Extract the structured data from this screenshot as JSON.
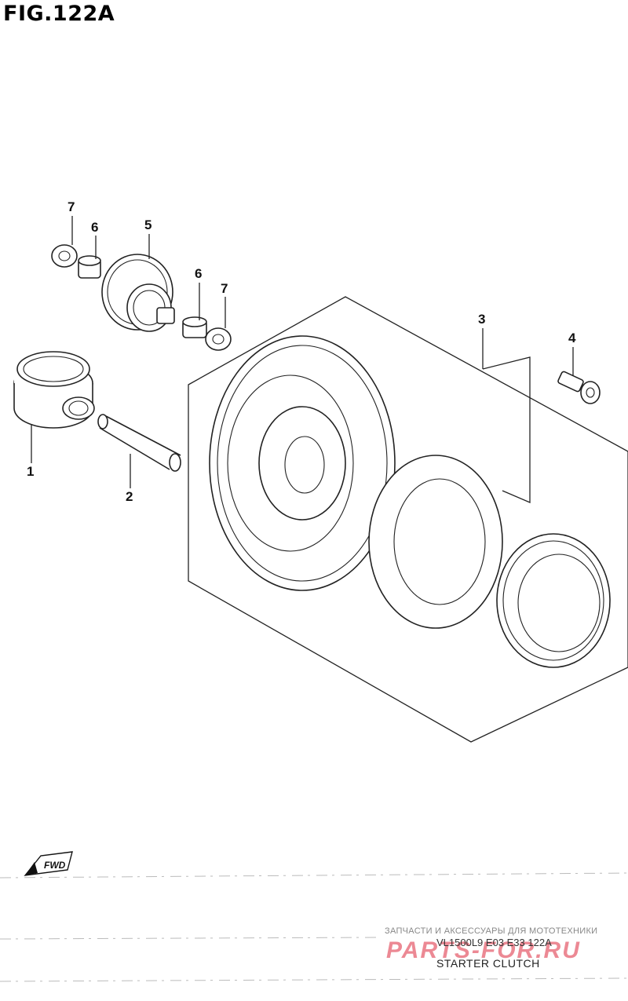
{
  "figure": {
    "title": "FIG.122A"
  },
  "callouts": [
    {
      "id": "c1",
      "label": "1"
    },
    {
      "id": "c2",
      "label": "2"
    },
    {
      "id": "c3",
      "label": "3"
    },
    {
      "id": "c4",
      "label": "4"
    },
    {
      "id": "c5",
      "label": "5"
    },
    {
      "id": "c6a",
      "label": "6"
    },
    {
      "id": "c6b",
      "label": "6"
    },
    {
      "id": "c7a",
      "label": "7"
    },
    {
      "id": "c7b",
      "label": "7"
    }
  ],
  "fwd_label": "FWD",
  "footer": {
    "watermark": "ЗАПЧАСТИ И АКСЕССУАРЫ ДЛЯ МОТОТЕХНИКИ",
    "code": "VL1500L9 E03 E33 122A",
    "name": "STARTER CLUTCH",
    "logo": "PARTS-FOR.RU"
  },
  "colors": {
    "ink": "#222222",
    "logo": "#dc283c"
  }
}
